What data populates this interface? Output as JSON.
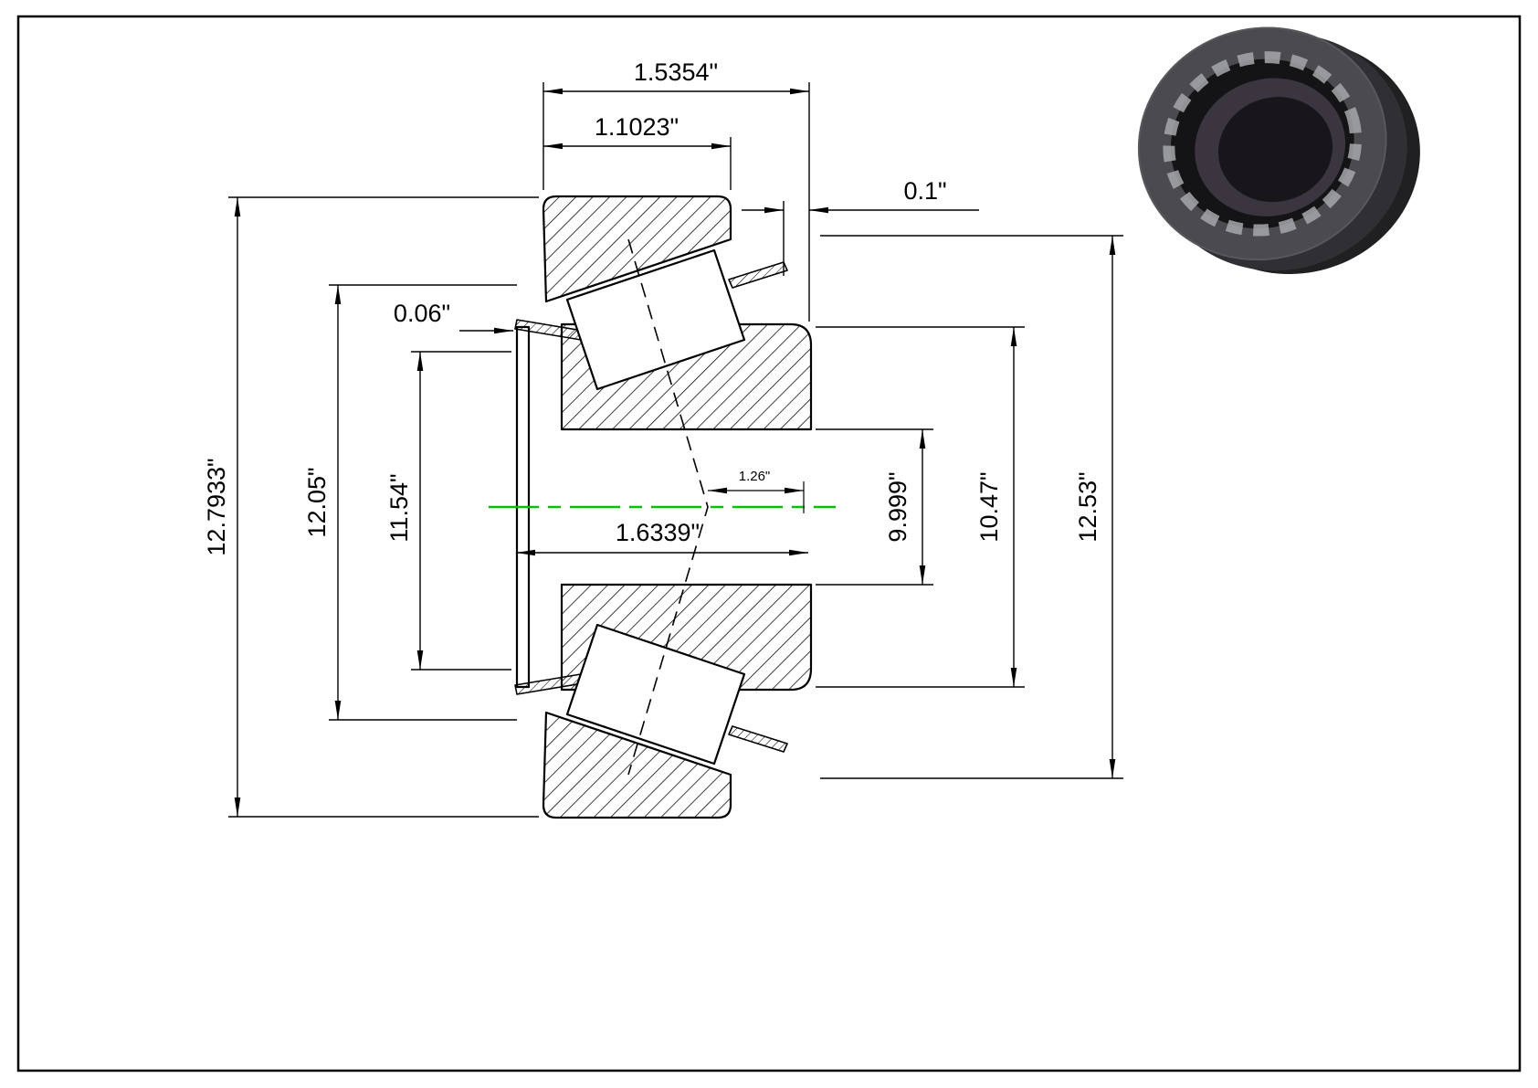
{
  "colors": {
    "centerline_green": "#00c200",
    "line": "#000000",
    "background": "#ffffff"
  },
  "dims": {
    "cup_width": "1.5354\"",
    "cone_front_width": "1.1023\"",
    "cup_standout": "0.1\"",
    "flange_backing_width": "0.06\"",
    "flange_od": "12.7933\"",
    "cage_od": "12.05\"",
    "pilot_od": "11.54\"",
    "overall_width": "1.6339\"",
    "effective_center": "1.26\"",
    "bore_diameter": "9.999\"",
    "cone_od": "10.47\"",
    "cup_od": "12.53\""
  }
}
